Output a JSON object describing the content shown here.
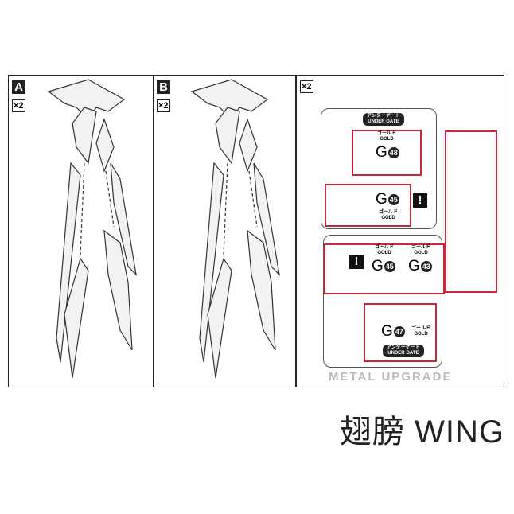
{
  "panels": [
    {
      "letter": "A",
      "quantity": "×2"
    },
    {
      "letter": "B",
      "quantity": "×2"
    },
    {
      "quantity": "×2"
    }
  ],
  "detail": {
    "top": {
      "gate_jp": "アンダーゲート",
      "gate_en": "UNDER GATE",
      "part1": {
        "color_jp": "ゴールド",
        "color_en": "GOLD",
        "runner": "G",
        "number": "48"
      },
      "part2": {
        "runner": "G",
        "number": "45",
        "color_jp": "ゴールド",
        "color_en": "GOLD"
      },
      "warning": "!"
    },
    "bottom": {
      "warning": "!",
      "part1": {
        "color_jp": "ゴールド",
        "color_en": "GOLD",
        "runner": "G",
        "number": "45"
      },
      "part2": {
        "color_jp": "ゴールド",
        "color_en": "GOLD",
        "runner": "G",
        "number": "43"
      },
      "part3": {
        "runner": "G",
        "number": "47",
        "color_jp": "ゴールド",
        "color_en": "GOLD"
      },
      "gate_jp": "アンダーゲート",
      "gate_en": "UNDER GATE"
    },
    "accent_color": "#c8283a"
  },
  "watermark": "METAL UPGRADE",
  "title": "翅膀 WING"
}
